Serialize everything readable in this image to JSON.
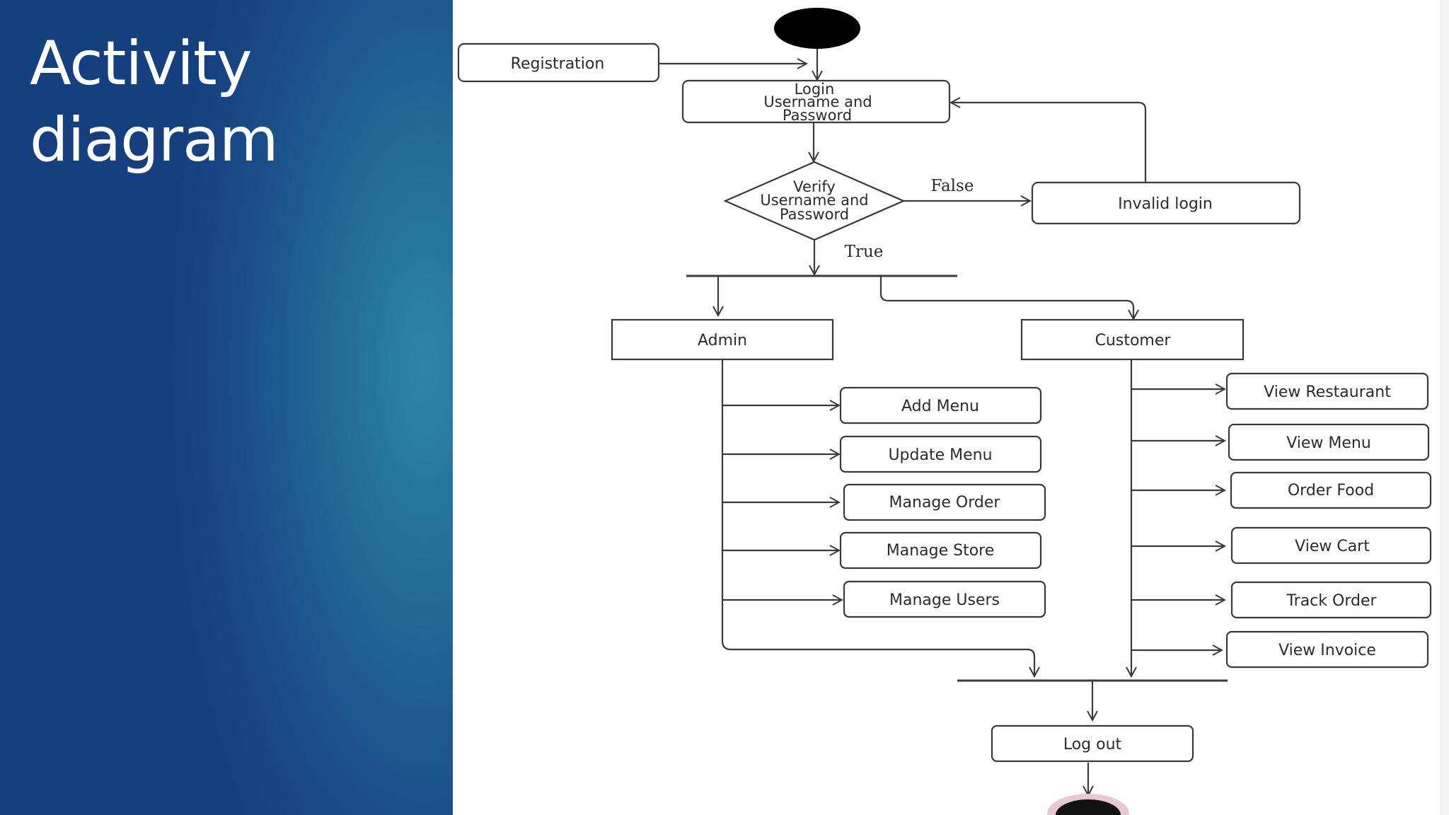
{
  "slide": {
    "title": "Activity\ndiagram"
  },
  "diagram": {
    "registration": "Registration",
    "login_line1": "Login",
    "login_line2": "Username and",
    "login_line3": "Password",
    "verify_line1": "Verify",
    "verify_line2": "Username and",
    "verify_line3": "Password",
    "false_label": "False",
    "true_label": "True",
    "invalid_login": "Invalid login",
    "admin": "Admin",
    "customer": "Customer",
    "admin_actions": [
      "Add Menu",
      "Update Menu",
      "Manage Order",
      "Manage Store",
      "Manage Users"
    ],
    "customer_actions": [
      "View Restaurant",
      "View Menu",
      "Order Food",
      "View Cart",
      "Track Order",
      "View Invoice"
    ],
    "logout": "Log out"
  }
}
